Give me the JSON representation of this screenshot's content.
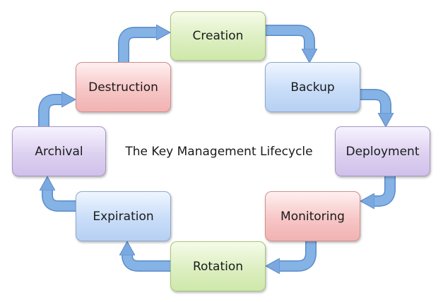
{
  "diagram": {
    "center_title": "The Key Management Lifecycle",
    "stages": [
      {
        "label": "Creation",
        "color": "#d8edb8"
      },
      {
        "label": "Backup",
        "color": "#c3d8f6"
      },
      {
        "label": "Deployment",
        "color": "#d8cbee"
      },
      {
        "label": "Monitoring",
        "color": "#f5bcbc"
      },
      {
        "label": "Rotation",
        "color": "#d8edb8"
      },
      {
        "label": "Expiration",
        "color": "#c3d8f6"
      },
      {
        "label": "Archival",
        "color": "#d8cbee"
      },
      {
        "label": "Destruction",
        "color": "#f5bcbc"
      }
    ],
    "connections": [
      [
        "Creation",
        "Backup"
      ],
      [
        "Backup",
        "Deployment"
      ],
      [
        "Deployment",
        "Monitoring"
      ],
      [
        "Monitoring",
        "Rotation"
      ],
      [
        "Rotation",
        "Expiration"
      ],
      [
        "Expiration",
        "Archival"
      ],
      [
        "Archival",
        "Destruction"
      ],
      [
        "Destruction",
        "Creation"
      ]
    ],
    "arrow_color": "#7aa8df"
  }
}
